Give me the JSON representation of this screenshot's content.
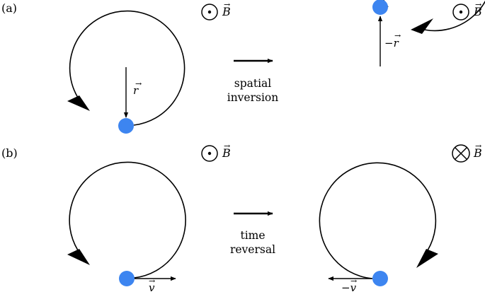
{
  "panels": {
    "a": {
      "label": "(a)"
    },
    "b": {
      "label": "(b)"
    }
  },
  "field": {
    "symbol": "B"
  },
  "vectors": {
    "r": "r",
    "neg_r": "−r",
    "v": "v",
    "neg_v": "−v"
  },
  "transforms": {
    "spatial_line1": "spatial",
    "spatial_line2": "inversion",
    "time_line1": "time",
    "time_line2": "reversal"
  },
  "colors": {
    "charge": "#3d85f0",
    "ink": "#000000"
  }
}
